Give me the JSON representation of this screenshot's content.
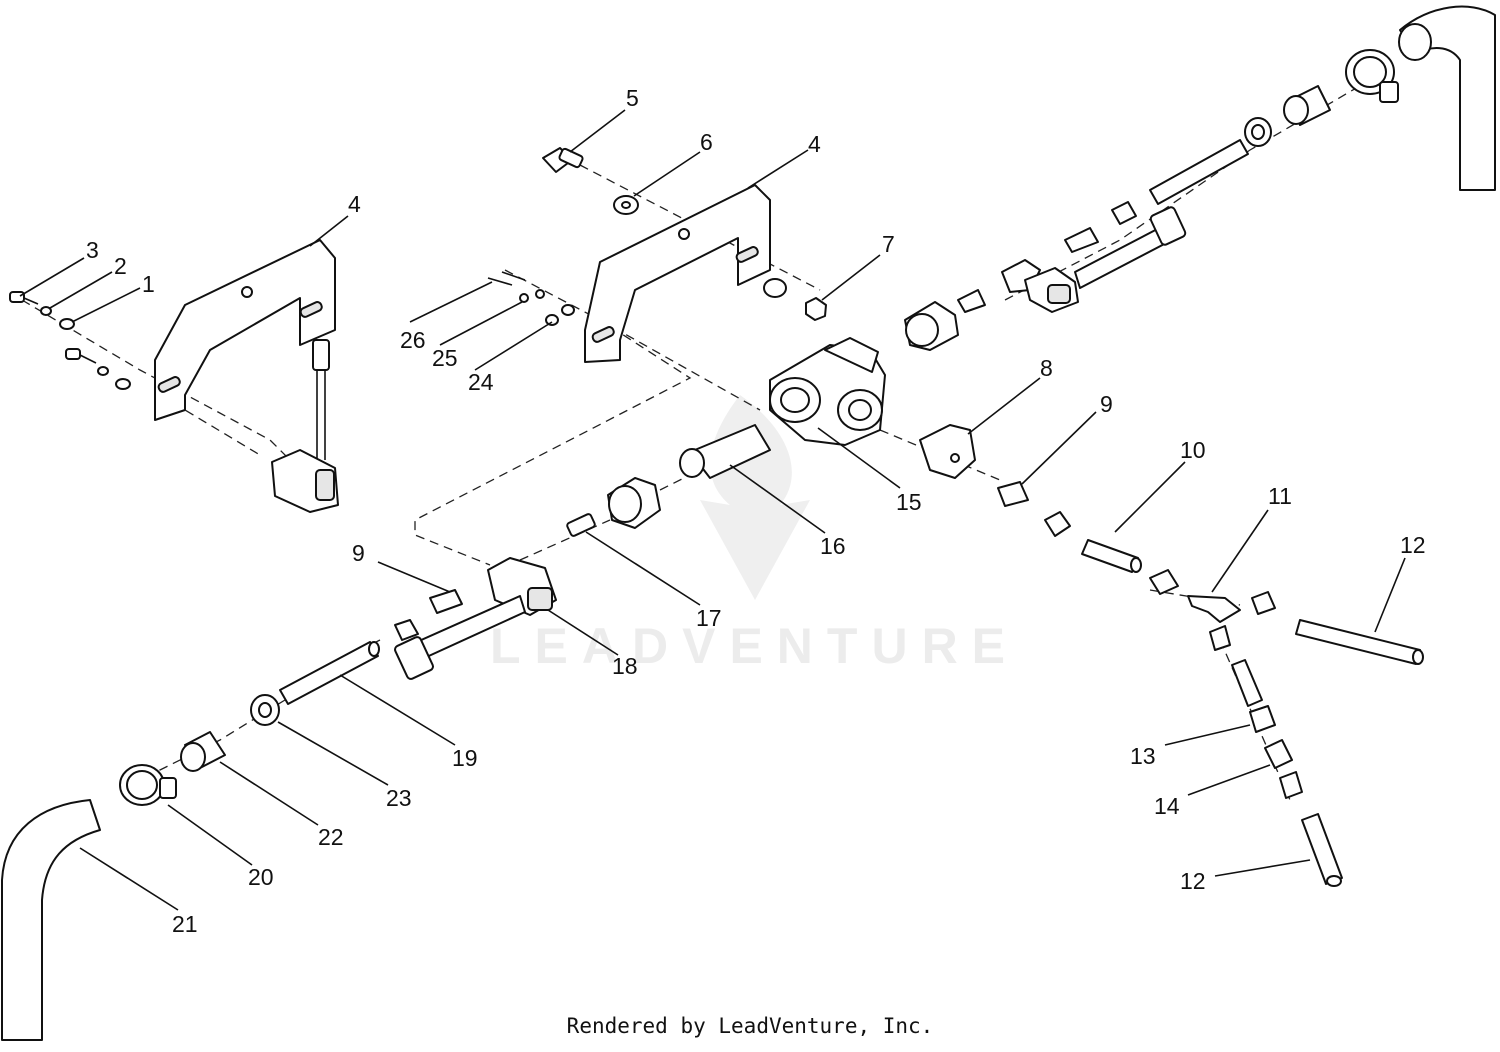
{
  "watermark": {
    "text": "LEADVENTURE"
  },
  "credit": {
    "text": "Rendered by LeadVenture, Inc."
  },
  "callouts": [
    {
      "id": "c1",
      "label": "1"
    },
    {
      "id": "c2",
      "label": "2"
    },
    {
      "id": "c3",
      "label": "3"
    },
    {
      "id": "c4a",
      "label": "4"
    },
    {
      "id": "c4b",
      "label": "4"
    },
    {
      "id": "c5",
      "label": "5"
    },
    {
      "id": "c6",
      "label": "6"
    },
    {
      "id": "c7",
      "label": "7"
    },
    {
      "id": "c8",
      "label": "8"
    },
    {
      "id": "c9a",
      "label": "9"
    },
    {
      "id": "c9b",
      "label": "9"
    },
    {
      "id": "c10",
      "label": "10"
    },
    {
      "id": "c11",
      "label": "11"
    },
    {
      "id": "c12a",
      "label": "12"
    },
    {
      "id": "c12b",
      "label": "12"
    },
    {
      "id": "c13",
      "label": "13"
    },
    {
      "id": "c14",
      "label": "14"
    },
    {
      "id": "c15",
      "label": "15"
    },
    {
      "id": "c16",
      "label": "16"
    },
    {
      "id": "c17",
      "label": "17"
    },
    {
      "id": "c18",
      "label": "18"
    },
    {
      "id": "c19",
      "label": "19"
    },
    {
      "id": "c20",
      "label": "20"
    },
    {
      "id": "c21",
      "label": "21"
    },
    {
      "id": "c22",
      "label": "22"
    },
    {
      "id": "c23",
      "label": "23"
    },
    {
      "id": "c24",
      "label": "24"
    },
    {
      "id": "c25",
      "label": "25"
    },
    {
      "id": "c26",
      "label": "26"
    }
  ]
}
